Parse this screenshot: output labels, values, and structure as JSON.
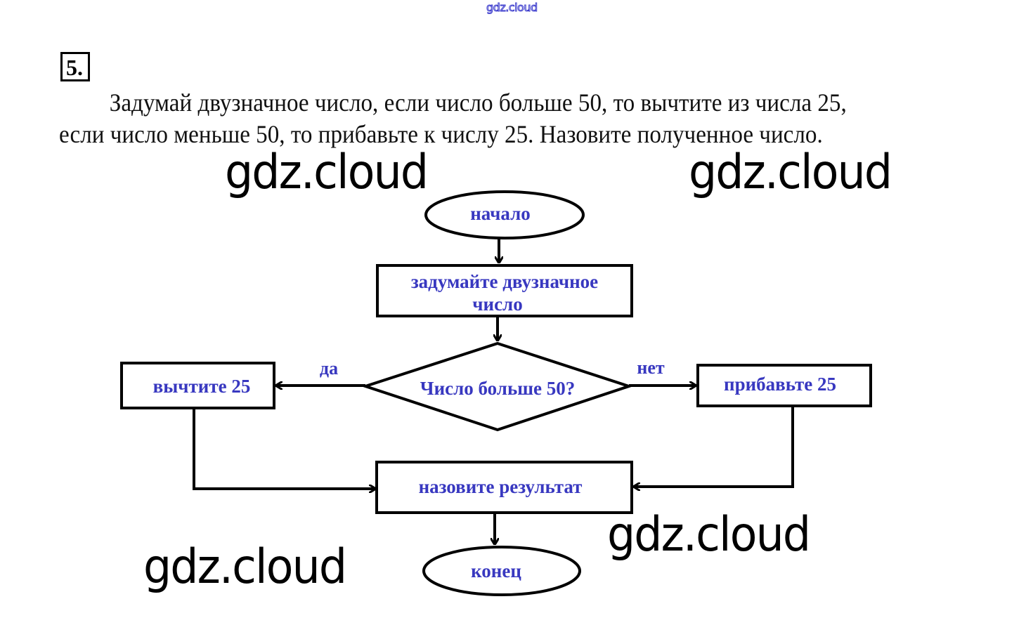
{
  "site_mark": "gdz.cloud",
  "task": {
    "number": "5.",
    "text": "Задумай двузначное число, если число больше 50, то вычтите из числа 25, если число меньше 50, то прибавьте к числу 25. Назовите полученное число."
  },
  "watermarks": [
    "gdz.cloud",
    "gdz.cloud",
    "gdz.cloud",
    "gdz.cloud"
  ],
  "flowchart": {
    "start": "начало",
    "input_line1": "задумайте двузначное",
    "input_line2": "число",
    "decision": "Число больше 50?",
    "yes_label": "да",
    "no_label": "нет",
    "yes_action": "вычтите 25",
    "no_action": "прибавьте 25",
    "output": "назовите результат",
    "end": "конец"
  },
  "colors": {
    "label_text": "#3838c0",
    "lines": "#000000",
    "site_mark": "#3a3acc"
  }
}
